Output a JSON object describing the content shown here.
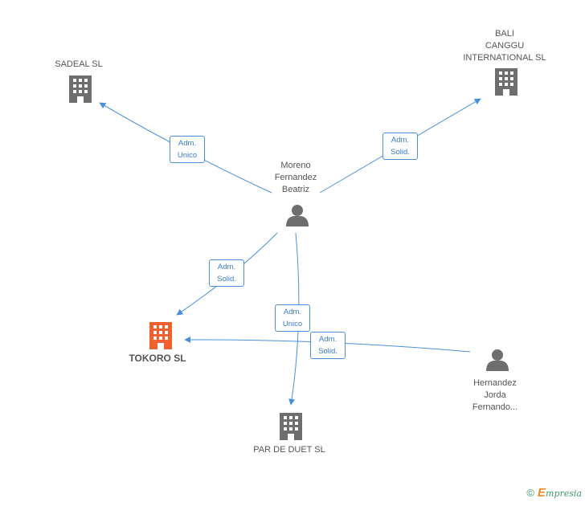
{
  "colors": {
    "edge": "#4a90d9",
    "building": "#6e6e6e",
    "building_main": "#f0612f",
    "person": "#6e6e6e"
  },
  "nodes": {
    "sadeal": {
      "label": "SADEAL SL",
      "icon": "building-icon"
    },
    "bali": {
      "label": "BALI\nCANGGU\nINTERNATIONAL SL",
      "icon": "building-icon"
    },
    "moreno": {
      "label": "Moreno\nFernandez\nBeatriz",
      "icon": "person-icon"
    },
    "tokoro": {
      "label": "TOKORO SL",
      "icon": "building-icon"
    },
    "hernandez": {
      "label": "Hernandez\nJorda\nFernando...",
      "icon": "person-icon"
    },
    "pardeduet": {
      "label": "PAR DE DUET SL",
      "icon": "building-icon"
    }
  },
  "edges": {
    "moreno_sadeal": {
      "line1": "Adm.",
      "line2": "Unico"
    },
    "moreno_bali": {
      "line1": "Adm.",
      "line2": "Solid."
    },
    "moreno_tokoro": {
      "line1": "Adm.",
      "line2": "Solid."
    },
    "moreno_pardeduet": {
      "line1": "Adm.",
      "line2": "Unico"
    },
    "hernandez_tokoro": {
      "line1": "Adm.",
      "line2": "Solid."
    }
  },
  "footer": {
    "copyright": "©",
    "brand_first": "E",
    "brand_rest": "mpresia"
  }
}
